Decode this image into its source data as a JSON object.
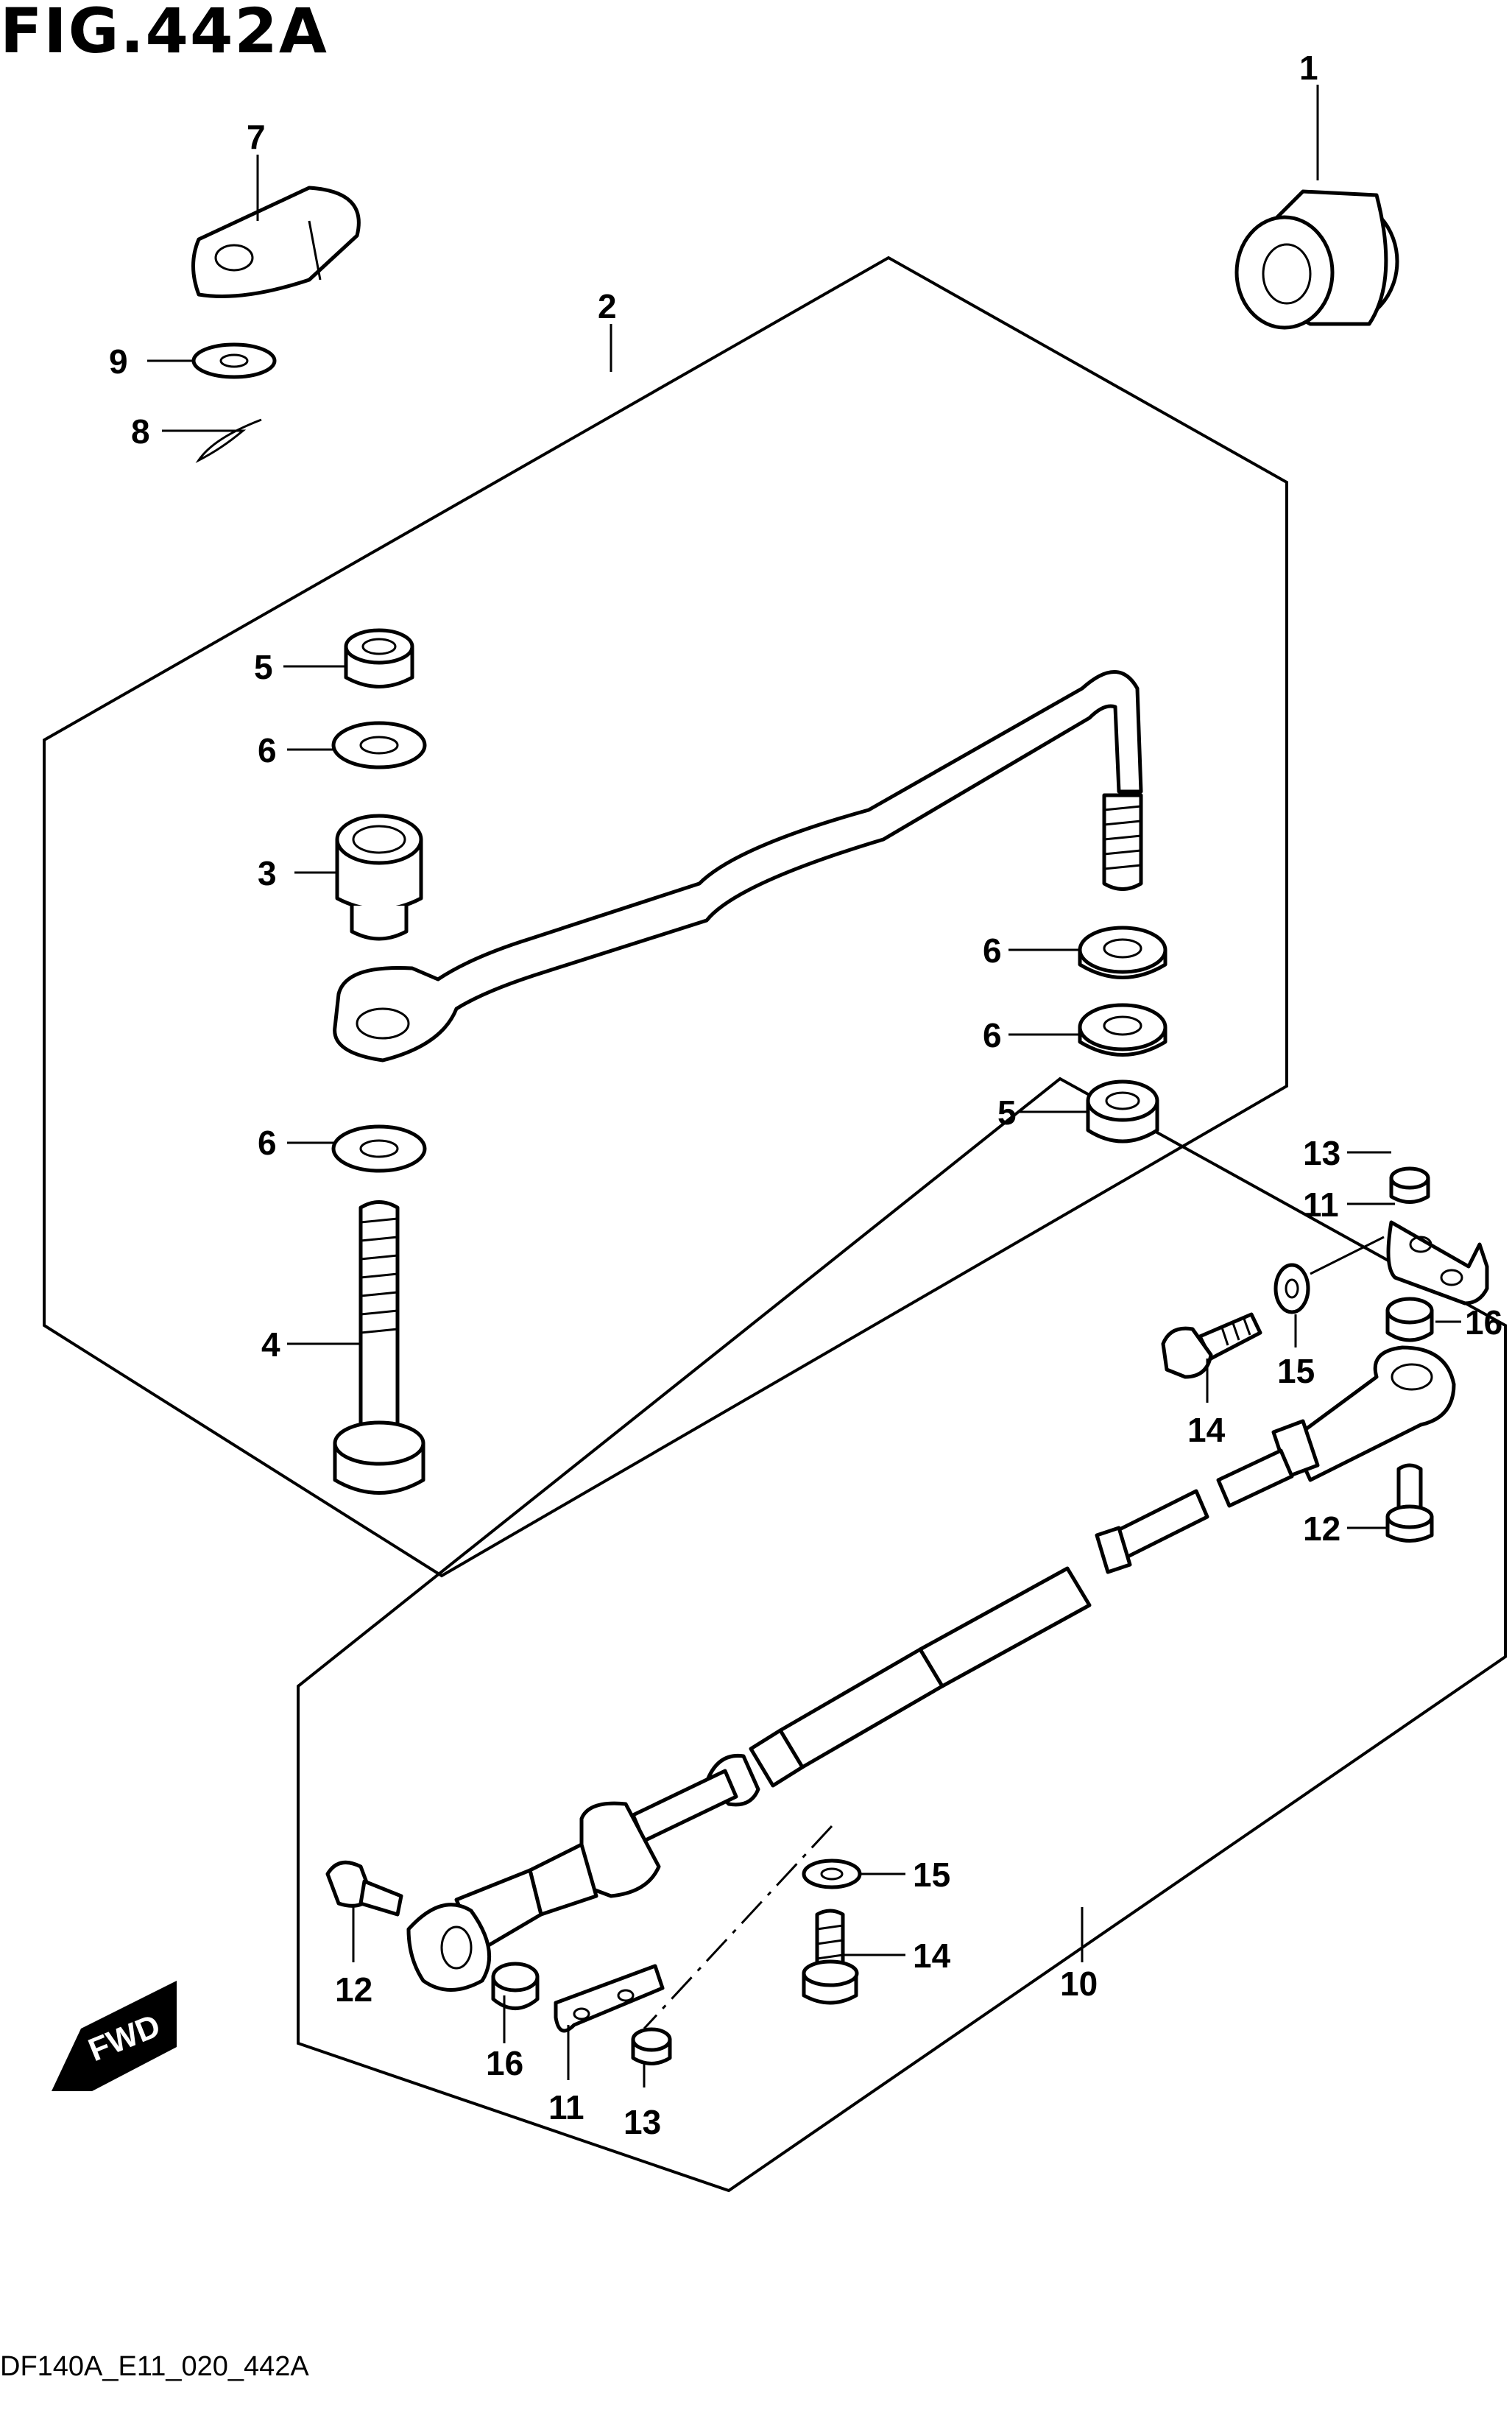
{
  "figure": {
    "title": "FIG.442A",
    "footer_code": "DF140A_E11_020_442A"
  },
  "direction_badge": {
    "label": "FWD"
  },
  "callouts": [
    {
      "id": "c1",
      "text": "1"
    },
    {
      "id": "c2",
      "text": "2"
    },
    {
      "id": "c3",
      "text": "3"
    },
    {
      "id": "c4",
      "text": "4"
    },
    {
      "id": "c5a",
      "text": "5"
    },
    {
      "id": "c5b",
      "text": "5"
    },
    {
      "id": "c6a",
      "text": "6"
    },
    {
      "id": "c6b",
      "text": "6"
    },
    {
      "id": "c6c",
      "text": "6"
    },
    {
      "id": "c6d",
      "text": "6"
    },
    {
      "id": "c7",
      "text": "7"
    },
    {
      "id": "c8",
      "text": "8"
    },
    {
      "id": "c9",
      "text": "9"
    },
    {
      "id": "c10",
      "text": "10"
    },
    {
      "id": "c11a",
      "text": "11"
    },
    {
      "id": "c11b",
      "text": "11"
    },
    {
      "id": "c12a",
      "text": "12"
    },
    {
      "id": "c12b",
      "text": "12"
    },
    {
      "id": "c13a",
      "text": "13"
    },
    {
      "id": "c13b",
      "text": "13"
    },
    {
      "id": "c14a",
      "text": "14"
    },
    {
      "id": "c14b",
      "text": "14"
    },
    {
      "id": "c15a",
      "text": "15"
    },
    {
      "id": "c15b",
      "text": "15"
    },
    {
      "id": "c16a",
      "text": "16"
    },
    {
      "id": "c16b",
      "text": "16"
    }
  ]
}
